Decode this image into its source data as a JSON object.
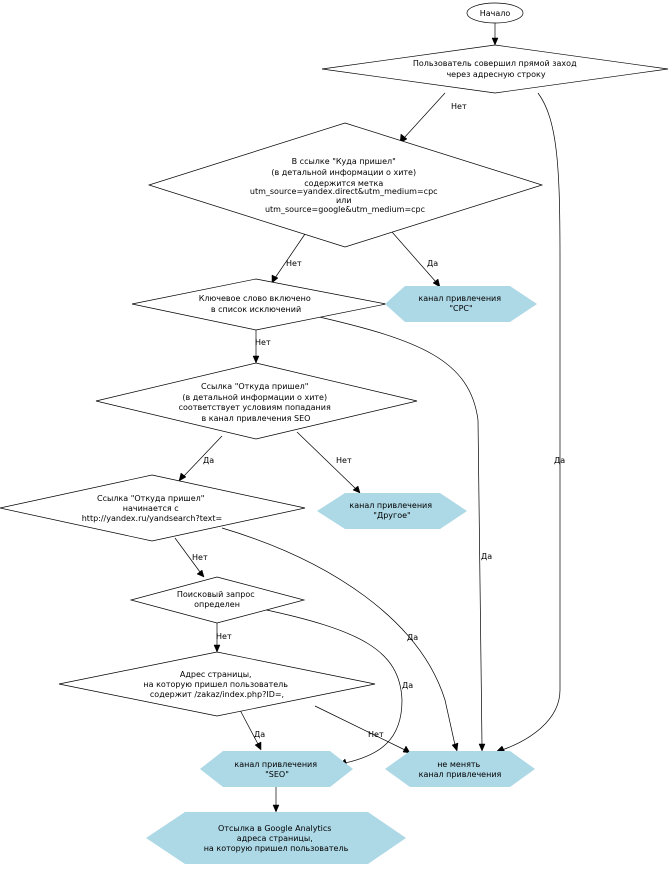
{
  "nodes": {
    "start": [
      "Начало"
    ],
    "q_direct": [
      "Пользователь совершил прямой заход",
      "через адресную строку"
    ],
    "q_utm": [
      "В ссылке \"Куда пришел\"",
      "(в детальной информации о хите)",
      "содержится метка",
      "utm_source=yandex.direct&utm_medium=cpc",
      "или",
      "utm_source=google&utm_medium=cpc"
    ],
    "q_keyword": [
      "Ключевое слово включено",
      "в список исключений"
    ],
    "q_seo": [
      "Ссылка \"Откуда пришел\"",
      "(в детальной информации о хите)",
      "соответствует условиям попадания",
      "в канал привлечения SEO"
    ],
    "q_yandex": [
      "Ссылка \"Откуда пришел\"",
      "начинается с",
      "http://yandex.ru/yandsearch?text="
    ],
    "q_query": [
      "Поисковый запрос",
      "определен"
    ],
    "q_address": [
      "Адрес страницы,",
      "на которую пришел пользователь",
      "содержит /zakaz/index.php?ID=,"
    ],
    "ch_cpc": [
      "канал привлечения",
      "\"CPC\""
    ],
    "ch_other": [
      "канал привлечения",
      "\"Другое\""
    ],
    "ch_seo": [
      "канал привлечения",
      "\"SEO\""
    ],
    "no_change": [
      "не менять",
      "канал привлечения"
    ],
    "ga_send": [
      "Отсылка в Google Analytics",
      "адреса страницы,",
      "на которую пришел пользователь"
    ]
  },
  "edge_labels": {
    "direct_no": "Нет",
    "direct_yes": "Да",
    "utm_no": "Нет",
    "utm_yes": "Да",
    "keyword_no": "Нет",
    "keyword_yes": "Да",
    "seo_yes": "Да",
    "seo_no": "Нет",
    "yandex_no": "Нет",
    "yandex_yes": "Да",
    "query_no": "Нет",
    "query_yes": "Да",
    "address_yes": "Да",
    "address_no": "Нет"
  }
}
